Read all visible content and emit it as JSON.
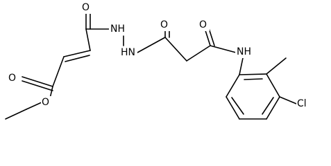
{
  "molecule": {
    "atoms": {
      "o_ester_carbonyl": "O",
      "o_ester_ether": "O",
      "o_hydrazide_1": "O",
      "nh_left": "NH",
      "hn_right": "HN",
      "o_hydrazide_2": "O",
      "o_amide": "O",
      "nh_amide": "NH",
      "cl": "Cl"
    }
  }
}
